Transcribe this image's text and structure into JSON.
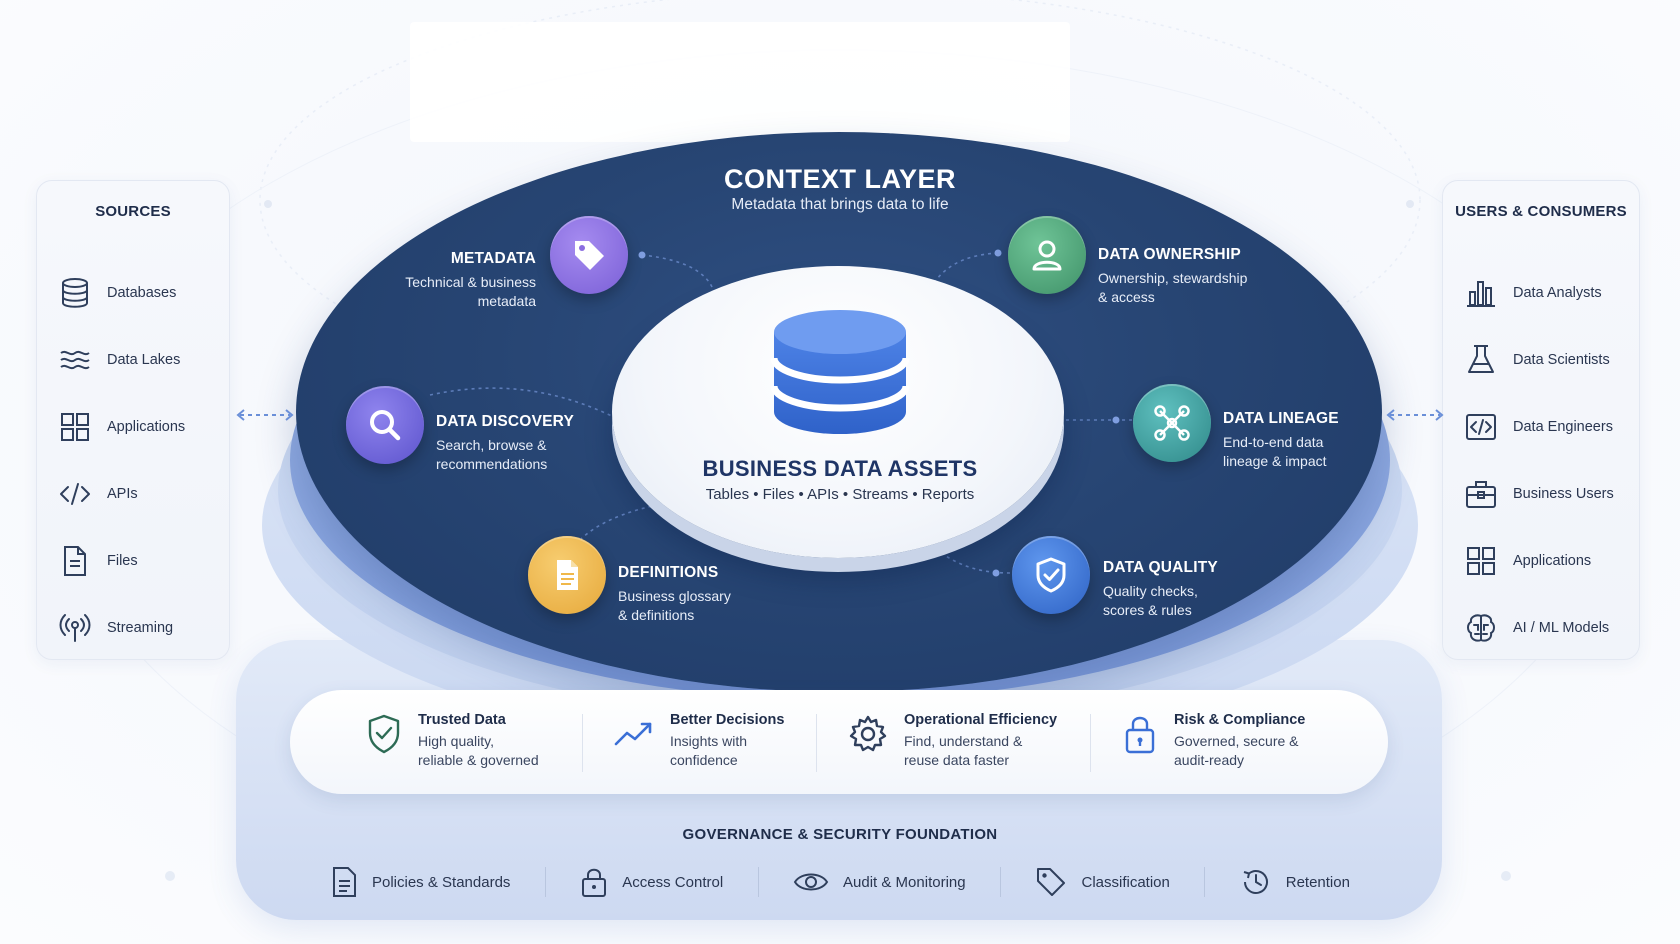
{
  "colors": {
    "context_bg": "#24406e",
    "metadata": "#8b6ee0",
    "discovery": "#7165d6",
    "definitions": "#f0b84a",
    "ownership": "#4fa37c",
    "lineage": "#3f9c9b",
    "quality": "#3b74d4",
    "database_blue": "#3a6fd6"
  },
  "sources": {
    "title": "SOURCES",
    "items": [
      {
        "label": "Databases",
        "icon": "database-icon"
      },
      {
        "label": "Data Lakes",
        "icon": "waves-icon"
      },
      {
        "label": "Applications",
        "icon": "grid-icon"
      },
      {
        "label": "APIs",
        "icon": "code-icon"
      },
      {
        "label": "Files",
        "icon": "file-icon"
      },
      {
        "label": "Streaming",
        "icon": "broadcast-icon"
      }
    ]
  },
  "consumers": {
    "title": "USERS & CONSUMERS",
    "items": [
      {
        "label": "Data Analysts",
        "icon": "bar-chart-icon"
      },
      {
        "label": "Data Scientists",
        "icon": "flask-icon"
      },
      {
        "label": "Data Engineers",
        "icon": "code-window-icon"
      },
      {
        "label": "Business Users",
        "icon": "briefcase-icon"
      },
      {
        "label": "Applications",
        "icon": "grid-icon"
      },
      {
        "label": "AI / ML Models",
        "icon": "brain-icon"
      }
    ]
  },
  "context": {
    "title": "CONTEXT LAYER",
    "subtitle": "Metadata that brings data to life"
  },
  "core": {
    "title": "BUSINESS DATA ASSETS",
    "subtitle": "Tables • Files • APIs • Streams • Reports"
  },
  "nodes": {
    "metadata": {
      "title": "METADATA",
      "desc1": "Technical & business",
      "desc2": "metadata",
      "icon": "tag-icon"
    },
    "discovery": {
      "title": "DATA DISCOVERY",
      "desc1": "Search, browse &",
      "desc2": "recommendations",
      "icon": "search-icon"
    },
    "definitions": {
      "title": "DEFINITIONS",
      "desc1": "Business glossary",
      "desc2": "& definitions",
      "icon": "document-icon"
    },
    "ownership": {
      "title": "DATA OWNERSHIP",
      "desc1": "Ownership, stewardship",
      "desc2": "& access",
      "icon": "user-icon"
    },
    "lineage": {
      "title": "DATA LINEAGE",
      "desc1": "End-to-end data",
      "desc2": "lineage & impact",
      "icon": "network-icon"
    },
    "quality": {
      "title": "DATA QUALITY",
      "desc1": "Quality checks,",
      "desc2": "scores & rules",
      "icon": "shield-check-icon"
    }
  },
  "benefits": [
    {
      "title": "Trusted Data",
      "desc1": "High quality,",
      "desc2": "reliable & governed",
      "icon": "shield-check-icon"
    },
    {
      "title": "Better Decisions",
      "desc1": "Insights with",
      "desc2": "confidence",
      "icon": "trend-up-icon"
    },
    {
      "title": "Operational Efficiency",
      "desc1": "Find, understand &",
      "desc2": "reuse data faster",
      "icon": "gear-icon"
    },
    {
      "title": "Risk & Compliance",
      "desc1": "Governed, secure &",
      "desc2": "audit-ready",
      "icon": "lock-icon"
    }
  ],
  "foundation": {
    "title": "GOVERNANCE & SECURITY FOUNDATION",
    "items": [
      {
        "label": "Policies & Standards",
        "icon": "document-icon"
      },
      {
        "label": "Access Control",
        "icon": "lock-icon"
      },
      {
        "label": "Audit & Monitoring",
        "icon": "eye-icon"
      },
      {
        "label": "Classification",
        "icon": "tag-icon"
      },
      {
        "label": "Retention",
        "icon": "clock-icon"
      }
    ]
  }
}
